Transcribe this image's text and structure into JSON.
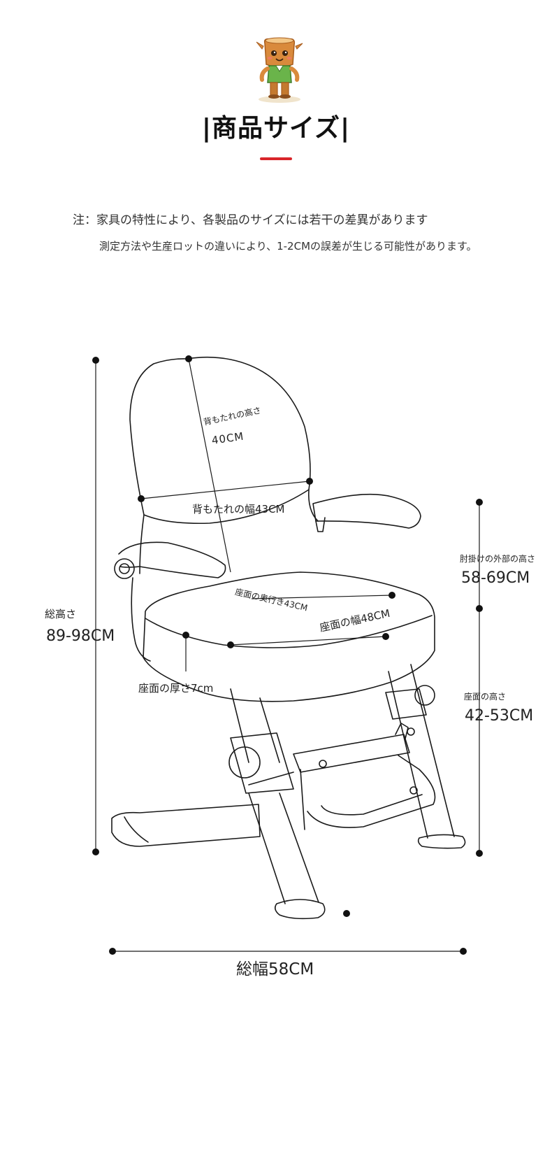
{
  "header": {
    "title": "|商品サイズ|",
    "accent_color": "#d9252a"
  },
  "notes": {
    "line1": "注：家具の特性により、各製品のサイズには若干の差異があります",
    "line2": "測定方法や生産ロットの違いにより、1-2CMの誤差が生じる可能性があります。"
  },
  "dimensions": {
    "backrest_height_label": "背もたれの高さ",
    "backrest_height_value": "40CM",
    "backrest_width": "背もたれの幅43CM",
    "armrest_height_label": "肘掛けの外部の高さ",
    "armrest_height_value": "58-69CM",
    "total_height_label": "総高さ",
    "total_height_value": "89-98CM",
    "seat_depth": "座面の奥行き43CM",
    "seat_width": "座面の幅48CM",
    "seat_thickness": "座面の厚さ7cm",
    "seat_height_label": "座面の高さ",
    "seat_height_value": "42-53CM",
    "total_width": "総幅58CM"
  },
  "icons": {
    "mascot": "tree-stump-mascot-icon",
    "chair": "chair-line-drawing"
  }
}
